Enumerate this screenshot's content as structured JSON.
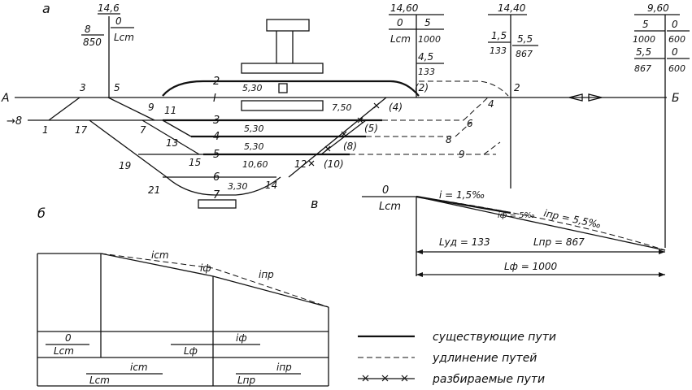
{
  "panels": {
    "a": "а",
    "b": "б",
    "v": "в"
  },
  "plan": {
    "ends": {
      "left": "A",
      "right": "Б",
      "marker": "→8"
    },
    "track_numbers": [
      "2",
      "I",
      "3",
      "4",
      "5",
      "6",
      "7"
    ],
    "switch_numbers": [
      "3",
      "5",
      "9",
      "11",
      "1",
      "17",
      "7",
      "13",
      "15",
      "19",
      "21",
      "(4)",
      "4",
      "(2)",
      "2",
      "(5)",
      "6",
      "(8)",
      "8",
      "(10)",
      "9",
      "12",
      "14"
    ],
    "track_lengths": {
      "t2": "5,30",
      "t3": "7,50",
      "t4a": "5,30",
      "t4b": "5,30",
      "t5": "10,60",
      "t7": "3,30"
    },
    "profile_left": {
      "elev": "14,6",
      "grade": "0",
      "num": "8",
      "den": "850",
      "len": "Lcm"
    },
    "profile_mid": {
      "elev": "14,60",
      "g1": "0",
      "g2": "5",
      "lcm": "Lcm",
      "l2": "1000",
      "g3": "4,5",
      "l3": "133",
      "g4": "1,5",
      "l4": "133",
      "g5": "5,5",
      "l5": "867"
    },
    "profile_mid2": {
      "elev": "14,40"
    },
    "profile_right": {
      "elev": "9,60",
      "g1": "5",
      "l1": "1000",
      "g2": "5,5",
      "l2": "867",
      "g3": "0",
      "l3": "600",
      "g4": "0",
      "l4": "600"
    }
  },
  "diagram_v": {
    "zero": "0",
    "lcm": "Lcm",
    "i_label": "i = 1,5‰",
    "iph_label": "iф = 5‰",
    "ipr_label": "iпр = 5,5‰",
    "lyd": "Lуд = 133",
    "lpr": "Lпр = 867",
    "lph": "Lф = 1000"
  },
  "diagram_b": {
    "icm": "icm",
    "iph": "iф",
    "ipr": "iпр",
    "row1_left_num": "0",
    "row1_left_den": "Lcm",
    "row1_mid_num": "iф",
    "row1_mid_den": "Lф",
    "row2_left_num": "icm",
    "row2_left_den": "Lcm",
    "row2_right_num": "iпр",
    "row2_right_den": "Lпр"
  },
  "legend": {
    "existing": "существующие пути",
    "extension": "удлинение путей",
    "removed": "разбираемые пути"
  }
}
